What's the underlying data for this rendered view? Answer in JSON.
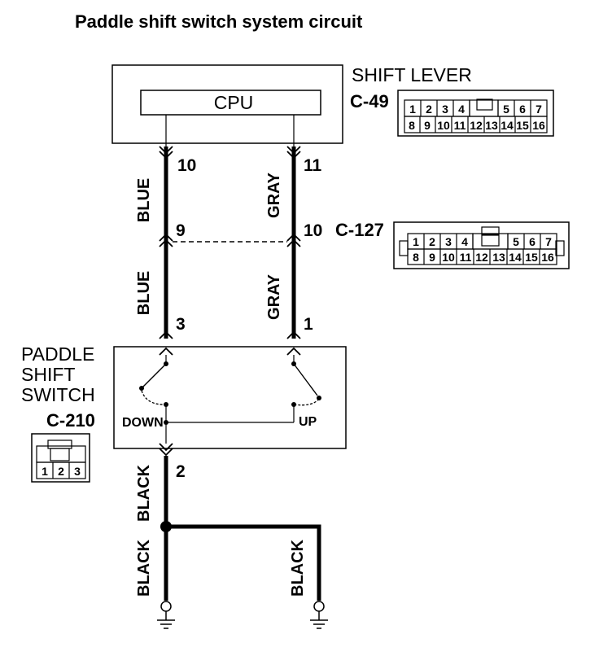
{
  "title": "Paddle shift switch system circuit",
  "shift_lever": {
    "name": "SHIFT LEVER",
    "connector": "C-49",
    "cpu_label": "CPU",
    "pin_blue": "10",
    "pin_gray": "11",
    "pins_top": [
      "1",
      "2",
      "3",
      "4",
      "5",
      "6",
      "7"
    ],
    "pins_bottom": [
      "8",
      "9",
      "10",
      "11",
      "12",
      "13",
      "14",
      "15",
      "16"
    ]
  },
  "intermediate": {
    "connector": "C-127",
    "pin_blue": "9",
    "pin_gray": "10",
    "pins_top": [
      "1",
      "2",
      "3",
      "4",
      "5",
      "6",
      "7"
    ],
    "pins_bottom": [
      "8",
      "9",
      "10",
      "11",
      "12",
      "13",
      "14",
      "15",
      "16"
    ]
  },
  "paddle_switch": {
    "name_line1": "PADDLE",
    "name_line2": "SHIFT",
    "name_line3": "SWITCH",
    "connector": "C-210",
    "pin_blue": "3",
    "pin_gray": "1",
    "pin_ground": "2",
    "down_label": "DOWN",
    "up_label": "UP",
    "pins": [
      "1",
      "2",
      "3"
    ]
  },
  "wires": {
    "blue_upper": "BLUE",
    "gray_upper": "GRAY",
    "blue_lower": "BLUE",
    "gray_lower": "GRAY",
    "black_upper": "BLACK",
    "black_left": "BLACK",
    "black_right": "BLACK"
  }
}
